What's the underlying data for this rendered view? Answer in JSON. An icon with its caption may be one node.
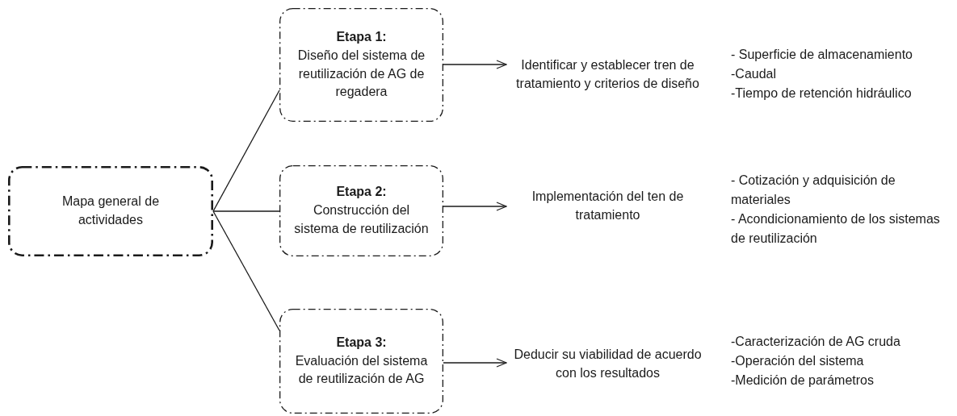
{
  "diagram": {
    "nodes": [
      {
        "text": [
          "Mapa general de actividades"
        ]
      },
      {
        "text": [
          "Etapa 1:",
          "Diseño del sistema de reutilización de AG de regadera"
        ]
      },
      {
        "text": [
          "Etapa 2:",
          "Construcción del sistema de reutilización"
        ]
      },
      {
        "text": [
          "Etapa 3:",
          "Evaluación del sistema de reutilización de AG"
        ]
      },
      {
        "text": [
          "Identificar y establecer tren de tratamiento y criterios de diseño"
        ]
      },
      {
        "text": [
          "Implementación del ten de tratamiento"
        ]
      },
      {
        "text": [
          "Deducir su viabilidad de acuerdo con los resultados"
        ]
      }
    ],
    "edges": [
      {
        "from": 0,
        "to": 1,
        "arrow": "none"
      },
      {
        "from": 0,
        "to": 2,
        "arrow": "none"
      },
      {
        "from": 0,
        "to": 3,
        "arrow": "none"
      },
      {
        "from": 1,
        "to": 4,
        "arrow": "to"
      },
      {
        "from": 2,
        "to": 5,
        "arrow": "to"
      },
      {
        "from": 3,
        "to": 6,
        "arrow": "to"
      }
    ],
    "labels": [
      "- Superficie de almacenamiento",
      "-Caudal",
      "-Tiempo de retención hidráulico",
      "- Cotización y adquisición de materiales",
      "- Acondicionamiento de los sistemas de reutilización",
      "-Caracterización de AG cruda",
      "-Operación del sistema",
      "-Medición de parámetros"
    ]
  }
}
